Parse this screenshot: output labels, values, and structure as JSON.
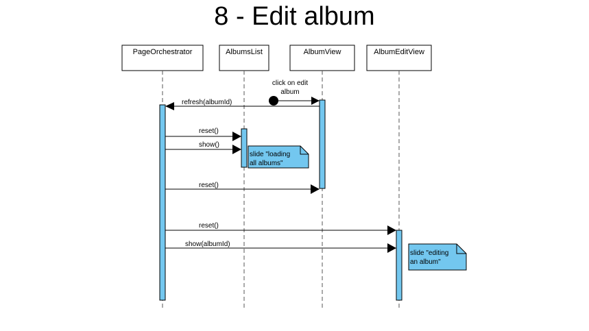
{
  "title": "8 - Edit album",
  "colors": {
    "activation_fill": "#73c7ef",
    "note_fill": "#73c7ef",
    "line": "#000000",
    "lifeline": "#555555"
  },
  "participants": [
    {
      "id": "po",
      "label": "PageOrchestrator"
    },
    {
      "id": "al",
      "label": "AlbumsList"
    },
    {
      "id": "av",
      "label": "AlbumView"
    },
    {
      "id": "aev",
      "label": "AlbumEditView"
    }
  ],
  "messages": {
    "found": {
      "label_line1": "click on edit",
      "label_line2": "album"
    },
    "refresh": "refresh(albumId)",
    "reset_albums_list": "reset()",
    "show_albums_list": "show()",
    "reset_album_view": "reset()",
    "reset_album_edit_view": "reset()",
    "show_album_edit_view": "show(albumId)"
  },
  "notes": {
    "loading": {
      "line1": "slide \"loading",
      "line2": "all albums\""
    },
    "editing": {
      "line1": "slide \"editing",
      "line2": "an album\""
    }
  }
}
